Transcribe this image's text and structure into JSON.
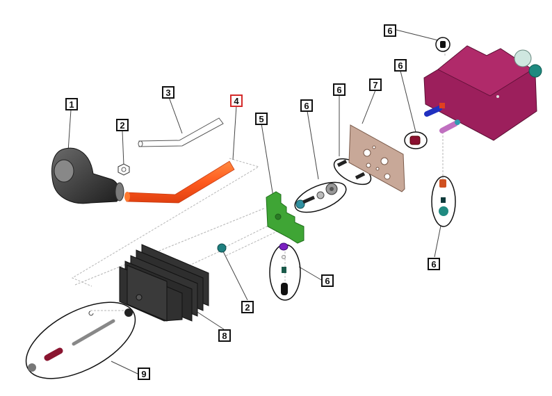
{
  "diagram": {
    "title": "Exploded assembly view",
    "callouts": [
      {
        "id": "c1",
        "label": "1",
        "part": "Grip / knob housing",
        "highlight": false
      },
      {
        "id": "c2a",
        "label": "2",
        "part": "Nut (upper)",
        "highlight": false
      },
      {
        "id": "c3",
        "label": "3",
        "part": "Bent rod (outline)",
        "highlight": false
      },
      {
        "id": "c4",
        "label": "4",
        "part": "Bent rod (orange)",
        "highlight": true
      },
      {
        "id": "c5",
        "label": "5",
        "part": "Green bracket",
        "highlight": false
      },
      {
        "id": "c6a",
        "label": "6",
        "part": "Screw, washer, nut set",
        "highlight": false
      },
      {
        "id": "c6b",
        "label": "6",
        "part": "Socket head screws (pair)",
        "highlight": false
      },
      {
        "id": "c7",
        "label": "7",
        "part": "Mounting plate",
        "highlight": false
      },
      {
        "id": "c6c",
        "label": "6",
        "part": "Plug (red)",
        "highlight": false
      },
      {
        "id": "c6d",
        "label": "6",
        "part": "Top plug (black)",
        "highlight": false
      },
      {
        "id": "c6e",
        "label": "6",
        "part": "Bolt and bushing (bottom right)",
        "highlight": false
      },
      {
        "id": "c6f",
        "label": "6",
        "part": "Bracket fastener stack",
        "highlight": false
      },
      {
        "id": "c2b",
        "label": "2",
        "part": "Nut (lower, teal)",
        "highlight": false
      },
      {
        "id": "c8",
        "label": "8",
        "part": "Heat sink",
        "highlight": false
      },
      {
        "id": "c9",
        "label": "9",
        "part": "Rod, spacer and end caps set",
        "highlight": false
      }
    ],
    "colors": {
      "callout_border": "#111111",
      "callout_highlight": "#d42a2a",
      "rod_orange": "#ff5a1e",
      "bracket_green": "#3fa535",
      "plate_tan": "#c8a898",
      "housing_magenta": "#9c1f5c",
      "heatsink_dark": "#2e2e2e",
      "teal": "#1f7f7f"
    }
  }
}
